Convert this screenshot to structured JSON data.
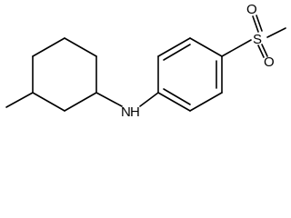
{
  "molecule": {
    "atoms": {
      "nitrogen": "N",
      "hydrogen": "H",
      "sulfur": "S",
      "oxygen_top": "O",
      "oxygen_bottom": "O"
    }
  },
  "colors": {
    "bond": "#000000",
    "label": "#000000",
    "background": "#ffffff"
  }
}
